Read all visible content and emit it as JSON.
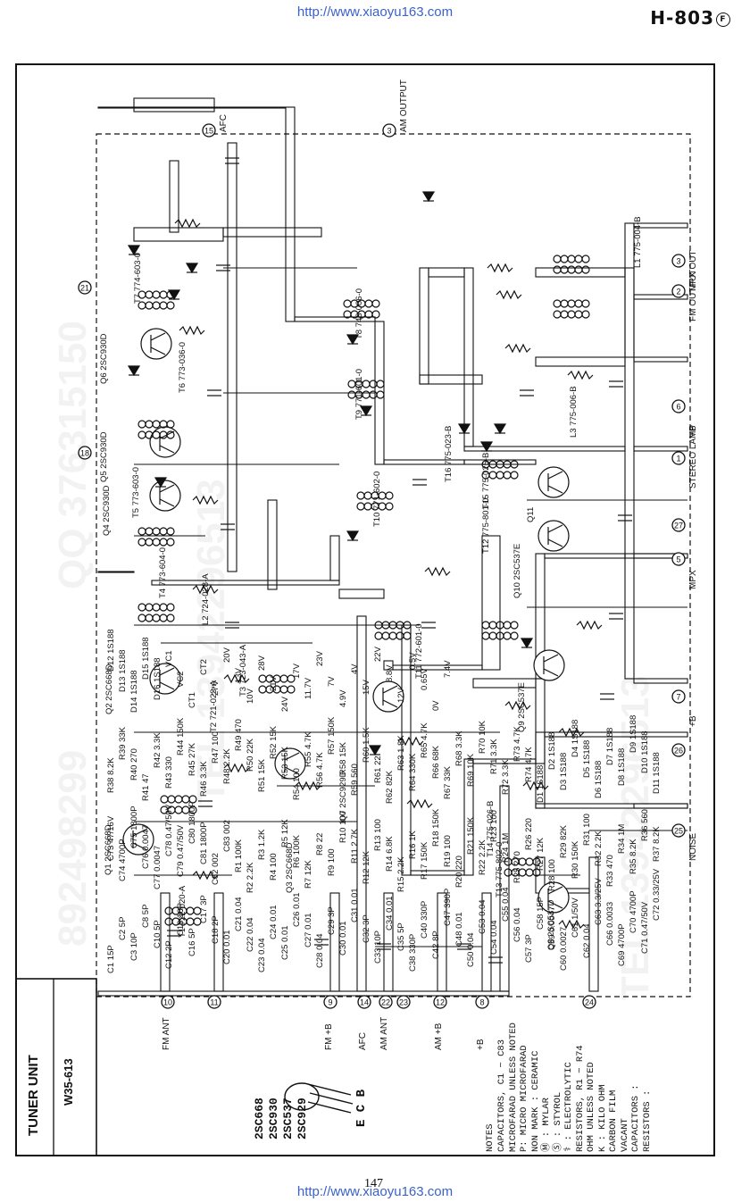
{
  "header": {
    "url_top": "http://www.xiaoyu163.com",
    "model": "H-803",
    "model_mark": "F"
  },
  "footer": {
    "url_bottom": "http://www.xiaoyu163.com",
    "page_number": "147"
  },
  "title_block": {
    "title": "TUNER UNIT",
    "model_code": "W35-613"
  },
  "transistor_list": [
    "2SC668",
    "2SC930",
    "2SC537",
    "2SC929"
  ],
  "pinout_label": "E C B",
  "notes": {
    "heading": "NOTES",
    "lines": [
      "CAPACITORS, C1 ~ C83",
      "MICROFARAD UNLESS NOTED",
      "P: MICRO MICROFARAD",
      "NON MARK : CERAMIC",
      "Ⓜ : MYLAR",
      "Ⓢ : STYROL",
      "⚕ : ELECTROLYTIC",
      "RESISTORS, R1 ~ R74",
      "OHM UNLESS NOTED",
      "K : KILO OHM",
      "CARBON FILM",
      "VACANT",
      "CAPACITORS :",
      "RESISTORS :"
    ]
  },
  "terminals": [
    {
      "num": "10",
      "label": "FM ANT"
    },
    {
      "num": "11",
      "label": ""
    },
    {
      "num": "9",
      "label": "FM +B"
    },
    {
      "num": "14",
      "label": "AFC"
    },
    {
      "num": "22",
      "label": "AM ANT"
    },
    {
      "num": "23",
      "label": ""
    },
    {
      "num": "12",
      "label": "AM +B"
    },
    {
      "num": "8",
      "label": "+B"
    },
    {
      "num": "24",
      "label": ""
    },
    {
      "num": "15",
      "label": "AFC"
    },
    {
      "num": "3",
      "label": "AM OUTPUT"
    },
    {
      "num": "21",
      "label": ""
    },
    {
      "num": "18",
      "label": ""
    },
    {
      "num": "6",
      "label": "+B"
    },
    {
      "num": "1",
      "label": "STEREO LAMP"
    },
    {
      "num": "27",
      "label": ""
    },
    {
      "num": "5",
      "label": "MPX"
    },
    {
      "num": "7",
      "label": "+B"
    },
    {
      "num": "26",
      "label": ""
    },
    {
      "num": "25",
      "label": "NOISE"
    },
    {
      "num": "2",
      "label": "FM OUTPUT"
    },
    {
      "num": "3",
      "label": "MPX OUT"
    }
  ],
  "transistors": [
    {
      "ref": "Q1",
      "type": "2SC668D"
    },
    {
      "ref": "Q2",
      "type": "2SC668D"
    },
    {
      "ref": "Q3",
      "type": "2SC668D"
    },
    {
      "ref": "Q4",
      "type": "2SC930D"
    },
    {
      "ref": "Q5",
      "type": "2SC930D"
    },
    {
      "ref": "Q6",
      "type": "2SC930D"
    },
    {
      "ref": "Q7",
      "type": "2SC929D"
    },
    {
      "ref": "Q8",
      "type": "2SC537D"
    },
    {
      "ref": "Q9",
      "type": "2SC537E"
    },
    {
      "ref": "Q10",
      "type": "2SC537E"
    },
    {
      "ref": "Q11",
      "type": ""
    }
  ],
  "transformers": [
    "T1 722-020-A",
    "T2 721-023-A",
    "T3 723-043-A",
    "T4 773-604-0",
    "T5 773-603-0",
    "T6 773-036-0",
    "T7 774-603-0",
    "T8 743-006-0",
    "T9 771-601-0",
    "T10 771-602-0",
    "T11 772-601-0",
    "T12 775-801-0",
    "T13 775-802-0",
    "T14 775-026-B",
    "T15 775-025-B",
    "T16 775-023-B",
    "L1 775-004-B",
    "L3 775-006-B",
    "L2 724-028-A"
  ],
  "component_labels": [
    "C1 15P",
    "C2 5P",
    "C3 10P",
    "C8 5P",
    "C10 5P",
    "C12 2P",
    "C13 10P",
    "C16 5P",
    "C17 3P",
    "C18 2P",
    "C20 0.01",
    "C21 0.04",
    "C22 0.04",
    "C23 0.04",
    "C24 0.01",
    "C25 0.01",
    "C26 0.01",
    "C27 0.01",
    "C28 0.04",
    "C29 3P",
    "C30 0.01",
    "C31 0.01",
    "C32 3P",
    "C33 10P",
    "C34 0.01",
    "C35 5P",
    "C38 330P",
    "C40 330P",
    "C42 8P",
    "C47 390P",
    "C48 0.01",
    "C50 0.04",
    "C53 0.04",
    "C54 0.04",
    "C55 0.04",
    "C56 0.04",
    "C57 3P",
    "C58 15P",
    "C59 0.0047",
    "C60 0.0027",
    "C61 1/50V",
    "C62 0.04",
    "C63 3.3/25V",
    "C66 0.0033",
    "C69 4700P",
    "C70 4700P",
    "C71 0.47/50V",
    "C72 0.33/25V",
    "C73 47/16V",
    "C74 4700P",
    "C75 1800P",
    "C76 0.0047",
    "C77 0.0047",
    "C78 0.47/50V",
    "C79 0.47/50V",
    "C80 1800P",
    "C81 1800P",
    "C82 002",
    "C83 002",
    "R1 100K",
    "R2 2.2K",
    "R3 1.2K",
    "R4 100",
    "R5 12K",
    "R6 100K",
    "R7 12K",
    "R8 22",
    "R9 100",
    "R10 100",
    "R11 2.7K",
    "R12 12K",
    "R13 100",
    "R14 6.8K",
    "R15 2.2K",
    "R16 1K",
    "R17 150K",
    "R18 150K",
    "R19 100",
    "R20 220",
    "R21 150K",
    "R22 2.2K",
    "R23 100",
    "R24 1M",
    "R25 270",
    "R26 220",
    "R27 12K",
    "R28 100",
    "R29 82K",
    "R30 150K",
    "R31 100",
    "R32 2.2K",
    "R33 470",
    "R34 1M",
    "R35 8.2K",
    "R36 560",
    "R37 8.2K",
    "R38 8.2K",
    "R39 33K",
    "R40 270",
    "R41 47",
    "R42 3.3K",
    "R43 330",
    "R44 150K",
    "R45 27K",
    "R46 3.3K",
    "R47 100",
    "R48 2.2K",
    "R49 470",
    "R50 22K",
    "R51 15K",
    "R52 15K",
    "R53 15K",
    "R54 100",
    "R55 4.7K",
    "R56 4.7K",
    "R57 150K",
    "R58 15K",
    "R59 560",
    "R60 1.5K",
    "R61 22",
    "R62 82K",
    "R63 1.8K",
    "R64 330K",
    "R65 4.7K",
    "R66 68K",
    "R67 33K",
    "R68 3.3K",
    "R69 10K",
    "R70 10K",
    "R71 3.3K",
    "R72 3.3K",
    "R73 4.7K",
    "R74 4.7K",
    "D1 1S188",
    "D2 1S188",
    "D3 1S188",
    "D4 1S188",
    "D5 1S188",
    "D6 1S188",
    "D7 1S188",
    "D8 1S188",
    "D9 1S188",
    "D10 1S188",
    "D11 1S188",
    "D12 1S188",
    "D13 1S188",
    "D14 1S188",
    "D15 1S188",
    "D16 1S188",
    "VC1",
    "VC2",
    "CT1",
    "CT2",
    "27V",
    "20V",
    "13V",
    "10V",
    "28V",
    "21V",
    "24V",
    "17V",
    "11.7V",
    "23V",
    "7V",
    "4.9V",
    "4V",
    "15V",
    "22V",
    "8.8V",
    "12V",
    "0.5V",
    "0.65V",
    "0V",
    "7.4V"
  ],
  "watermarks": [
    "QQ 376315150",
    "892498299",
    "TEL 13942296513",
    "TEL 13942296513"
  ],
  "colors": {
    "link": "#3b62c9",
    "ink": "#111111",
    "paper": "#ffffff"
  }
}
